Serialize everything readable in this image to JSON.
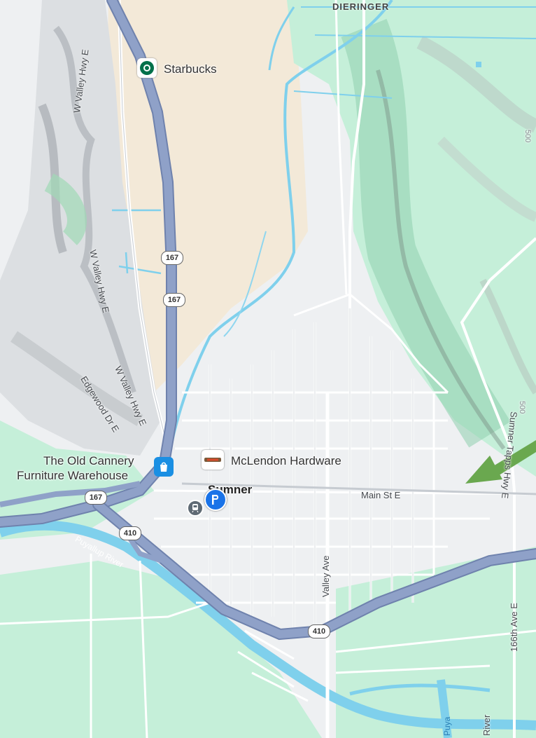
{
  "map": {
    "district": "DIERINGER",
    "city": "Sumner",
    "places": {
      "starbucks": "Starbucks",
      "old_cannery_line1": "The Old Cannery",
      "old_cannery_line2": "Furniture Warehouse",
      "mclendon": "McLendon Hardware"
    },
    "streets": {
      "w_valley_hwy_1": "W Valley Hwy E",
      "w_valley_hwy_2": "W Valley Hwy E",
      "w_valley_hwy_3": "W Valley Hwy E",
      "edgewood": "Edgewood Dr E",
      "main_st": "Main St E",
      "valley_ave": "Valley Ave",
      "sumner_tapps": "Sumner Tapps Hwy E",
      "ave_166": "166th Ave E"
    },
    "routes": {
      "r167a": "167",
      "r167b": "167",
      "r167c": "167",
      "r410a": "410",
      "r410b": "410"
    },
    "rivers": {
      "puyallup_1": "Puyallup River",
      "puyallup_2": "Puya",
      "river_fragment": "River"
    },
    "contours": {
      "c500a": "500",
      "c500b": "500"
    },
    "colors": {
      "land": "#eef0f2",
      "park": "#b9ecd2",
      "farmland": "#f3e9d8",
      "highway": "#8fa1c8",
      "highway_edge": "#6f82ad",
      "water": "#7fd0ec",
      "arrow": "#6aa84f",
      "road": "#ffffff"
    }
  }
}
